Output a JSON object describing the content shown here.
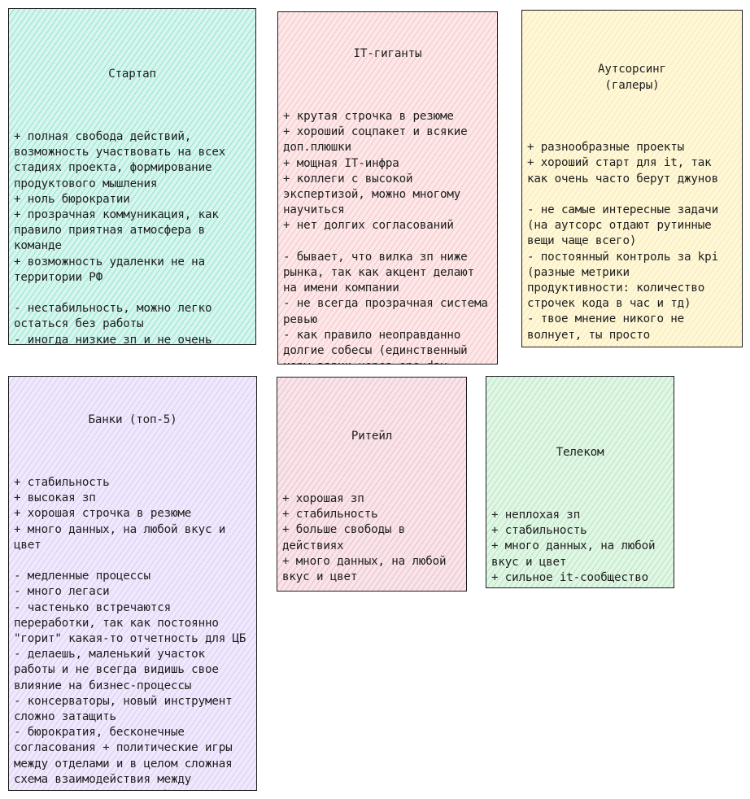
{
  "cards": [
    {
      "title": "Стартап",
      "body": "+ полная свобода действий, возможность участвовать на всех стадиях проекта, формирование продуктового мышления\n+ ноль бюрократии\n+ прозрачная коммуникация, как правило приятная атмосфера в команде\n+ возможность удаленки не на территории РФ\n\n- нестабильность, можно легко остаться без работы\n- иногда низкие зп и не очень соцпакет\n- интенсивность",
      "color": "#38cdaa"
    },
    {
      "title": "IT-гиганты",
      "body": "+ крутая строчка в резюме\n+ хороший соцпакет и всякие доп.плюшки\n+ мощная IT-инфра\n+ коллеги с высокой экспертизой, можно многому научиться\n+ нет долгих согласований\n\n- бывает, что вилка зп ниже рынка, так как акцент делают на имени компании\n- не всегда прозрачная система ревью\n- как правило неоправданно долгие собесы (единственный норм варик через one day offer)\n- часто теряется work-life balance",
      "color": "#f0969b"
    },
    {
      "title": "Аутсорсинг\n(галеры)",
      "body": "+ разнообразные проекты\n+ хороший старт для it, так как очень часто берут джунов\n\n- не самые интересные задачи (на аутсорс отдают рутинные вещи чаще всего)\n- постоянный контроль за kpi (разные метрики продуктивности: количество строчек кода в час и тд)\n- твое мнение никого не волнует, ты просто удовлетворяешь хотелки заказчика",
      "color": "#f5dc78"
    },
    {
      "title": "Банки (топ-5)",
      "body": "+ стабильность\n+ высокая зп\n+ хорошая строчка в резюме\n+ много данных, на любой вкус и цвет\n\n- медленные процессы\n- много легаси\n- частенько встречаются переработки, так как постоянно \"горит\" какая-то отчетность для ЦБ\n- делаешь, маленький участок работы и не всегда видишь свое влияние на бизнес-процессы\n- консерваторы, новый инструмент сложно затащить\n- бюрократия, бесконечные согласования + политические игры между отделами и в целом сложная схема взаимодействия между управлениями\\командами\\руководителями",
      "color": "#bea5f0"
    },
    {
      "title": "Ритейл",
      "body": "+ хорошая зп\n+ стабильность\n+ больше свободы в действиях\n+ много данных, на любой вкус и цвет\n\n- немного хаоса\n- бюрократия",
      "color": "#e18ca0"
    },
    {
      "title": "Телеком",
      "body": "+ неплохая зп\n+ стабильность\n+ много данных, на любой вкус и цвет\n+ сильное it-сообщество\n\n- бюрократия",
      "color": "#78d28c"
    }
  ]
}
